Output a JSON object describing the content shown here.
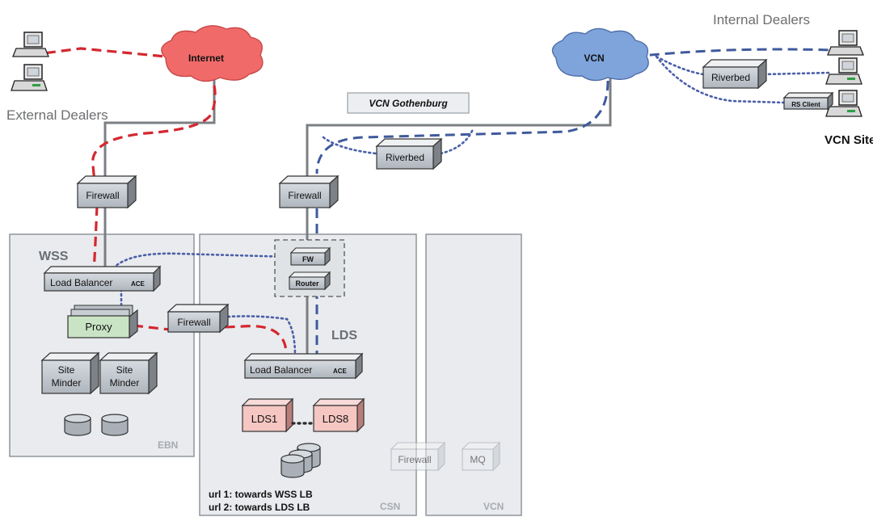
{
  "clouds": {
    "internet": "Internet",
    "vcn": "VCN"
  },
  "labels": {
    "external_dealers": "External Dealers",
    "internal_dealers": "Internal Dealers",
    "vcn_sites": "VCN Sites",
    "vcn_gothenburg": "VCN Gothenburg"
  },
  "zones": {
    "wss": "WSS",
    "ebn": "EBN",
    "lds": "LDS",
    "csn": "CSN",
    "vcn": "VCN"
  },
  "devices": {
    "firewall_ebn": "Firewall",
    "firewall_csn": "Firewall",
    "firewall_mid": "Firewall",
    "firewall_faded": "Firewall",
    "riverbed_gothenburg": "Riverbed",
    "riverbed_sites": "Riverbed",
    "rs_client": "RS Client",
    "load_balancer_wss": "Load Balancer",
    "load_balancer_lds": "Load Balancer",
    "ace_suffix": "ACE",
    "proxy": "Proxy",
    "site_minder_line1": "Site",
    "site_minder_line2": "Minder",
    "fw": "FW",
    "router": "Router",
    "lds1": "LDS1",
    "lds8": "LDS8",
    "mq": "MQ"
  },
  "notes": {
    "url1": "url 1: towards WSS LB",
    "url2": "url 2: towards LDS LB"
  },
  "colors": {
    "red_path": "#d4272f",
    "blue_path": "#3f5a9c",
    "internet_cloud": "#f06a6a",
    "vcn_cloud": "#7fa4dc",
    "proxy_fill": "#c9e4c4",
    "lds_fill": "#f5c6c2"
  }
}
